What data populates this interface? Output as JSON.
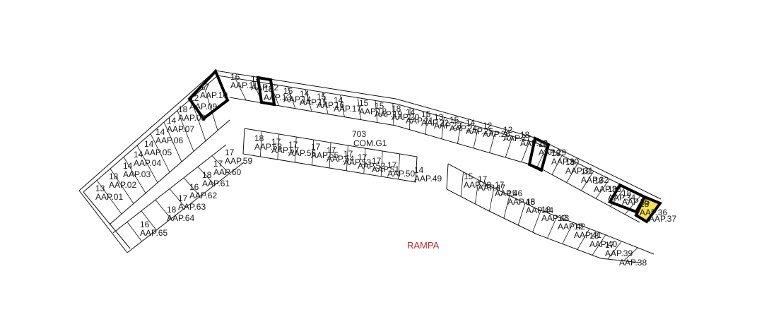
{
  "highlight_color": "#f5e14a",
  "central_block": {
    "code": "703",
    "name": "COM.G1"
  },
  "ramp_label": "RAMPA",
  "lots": [
    {
      "n": "13",
      "id": "AAP.01"
    },
    {
      "n": "18",
      "id": "AAP.02"
    },
    {
      "n": "14",
      "id": "AAP.03"
    },
    {
      "n": "14",
      "id": "AAP.04"
    },
    {
      "n": "14",
      "id": "AAP.05"
    },
    {
      "n": "14",
      "id": "AAP.06"
    },
    {
      "n": "14",
      "id": "AAP.07"
    },
    {
      "n": "18",
      "id": "AAP.08"
    },
    {
      "n": "12",
      "id": "AAP.09"
    },
    {
      "n": "17",
      "id": "AAP.10"
    },
    {
      "n": "16",
      "id": "AAP.11"
    },
    {
      "n": "14",
      "id": "AAP.12"
    },
    {
      "n": "18",
      "id": "AAP.13"
    },
    {
      "n": "15",
      "id": "AAP.14"
    },
    {
      "n": "14",
      "id": "AAP.15"
    },
    {
      "n": "15",
      "id": "AAP.16"
    },
    {
      "n": "14",
      "id": "AAP.17"
    },
    {
      "n": "15",
      "id": "AAP.18"
    },
    {
      "n": "15",
      "id": "AAP.19"
    },
    {
      "n": "18",
      "id": "AAP.20"
    },
    {
      "n": "14",
      "id": "AAP.21"
    },
    {
      "n": "15",
      "id": "AAP.22"
    },
    {
      "n": "13",
      "id": "AAP.23"
    },
    {
      "n": "15",
      "id": "AAP.24"
    },
    {
      "n": "14",
      "id": "AAP.25"
    },
    {
      "n": "12",
      "id": "AAP.26"
    },
    {
      "n": "12",
      "id": "AAP.27"
    },
    {
      "n": "18",
      "id": "AAP.28"
    },
    {
      "n": "18",
      "id": "AAP.29"
    },
    {
      "n": "18",
      "id": "AAP.30"
    },
    {
      "n": "18",
      "id": "AAP.31"
    },
    {
      "n": "18",
      "id": "AAP.32"
    },
    {
      "n": "18",
      "id": "AAP.33"
    },
    {
      "n": "18",
      "id": "AAP.34"
    },
    {
      "n": "18",
      "id": "AAP.35"
    },
    {
      "n": "18",
      "id": "AAP.36"
    },
    {
      "n": "",
      "id": "AAP.37"
    },
    {
      "n": "",
      "id": "AAP.38"
    },
    {
      "n": "17",
      "id": "AAP.39"
    },
    {
      "n": "18",
      "id": "AAP.40"
    },
    {
      "n": "12",
      "id": "AAP.41"
    },
    {
      "n": "12",
      "id": "AAP.42"
    },
    {
      "n": "18",
      "id": "AAP.43"
    },
    {
      "n": "18",
      "id": "AAP.44"
    },
    {
      "n": "15",
      "id": "AAP.45"
    },
    {
      "n": "17",
      "id": "AAP.46"
    },
    {
      "n": "17",
      "id": "AAP.47"
    },
    {
      "n": "15",
      "id": "AAP.48"
    },
    {
      "n": "14",
      "id": "AAP.49"
    },
    {
      "n": "17",
      "id": "AAP.50"
    },
    {
      "n": "17",
      "id": "AAP.51"
    },
    {
      "n": "17",
      "id": "AAP.52"
    },
    {
      "n": "17",
      "id": "AAP.53"
    },
    {
      "n": "17",
      "id": "AAP.54"
    },
    {
      "n": "17",
      "id": "AAP.55"
    },
    {
      "n": "17",
      "id": "AAP.56"
    },
    {
      "n": "17",
      "id": "AAP.57"
    },
    {
      "n": "18",
      "id": "AAP.58"
    },
    {
      "n": "17",
      "id": "AAP.59"
    },
    {
      "n": "17",
      "id": "AAP.60"
    },
    {
      "n": "18",
      "id": "AAP.61"
    },
    {
      "n": "16",
      "id": "AAP.62"
    },
    {
      "n": "17",
      "id": "AAP.63"
    },
    {
      "n": "18",
      "id": "AAP.64"
    },
    {
      "n": "16",
      "id": "AAP.65"
    }
  ]
}
